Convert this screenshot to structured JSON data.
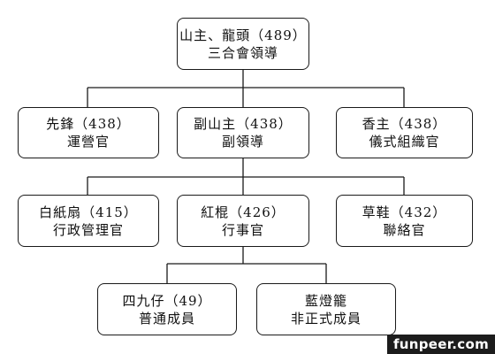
{
  "nodes": {
    "root": {
      "line1": "山主、龍頭（489）",
      "line2": "三合會領導"
    },
    "l2_left": {
      "line1": "先鋒（438）",
      "line2": "運營官"
    },
    "l2_mid": {
      "line1": "副山主（438）",
      "line2": "副領導"
    },
    "l2_right": {
      "line1": "香主（438）",
      "line2": "儀式組織官"
    },
    "l3_left": {
      "line1": "白紙扇（415）",
      "line2": "行政管理官"
    },
    "l3_mid": {
      "line1": "紅棍（426）",
      "line2": "行事官"
    },
    "l3_right": {
      "line1": "草鞋（432）",
      "line2": "聯絡官"
    },
    "l4_left": {
      "line1": "四九仔（49）",
      "line2": "普通成員"
    },
    "l4_right": {
      "line1": "藍燈籠",
      "line2": "非正式成員"
    }
  },
  "edges": [
    {
      "from": "root",
      "to": "l2_left"
    },
    {
      "from": "root",
      "to": "l2_mid"
    },
    {
      "from": "root",
      "to": "l2_right"
    },
    {
      "from": "l2_mid",
      "to": "l3_left"
    },
    {
      "from": "l2_mid",
      "to": "l3_mid"
    },
    {
      "from": "l2_mid",
      "to": "l3_right"
    },
    {
      "from": "l3_mid",
      "to": "l4_left"
    },
    {
      "from": "l3_mid",
      "to": "l4_right"
    }
  ],
  "watermark": "funpeer.com"
}
